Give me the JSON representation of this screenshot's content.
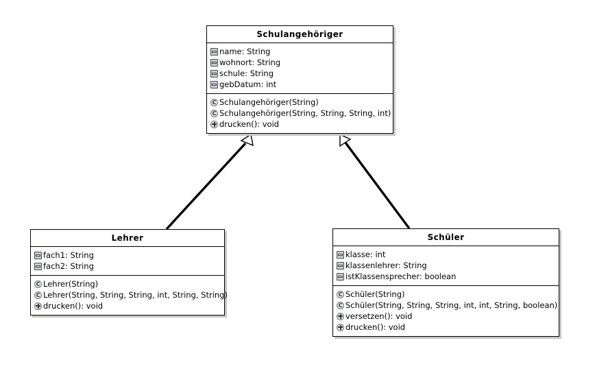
{
  "diagram": {
    "type": "uml-class-diagram",
    "title": "Schulangehoeriger class hierarchy",
    "background_color": "#ffffff",
    "line_color": "#000000",
    "shadow_color": "#c6c6c6"
  },
  "classes": [
    {
      "id": "schulangehoeriger",
      "name": "Schulangehöriger",
      "attributes": [
        {
          "icon": "private-field-icon",
          "label": "name: String"
        },
        {
          "icon": "private-field-icon",
          "label": "wohnort: String"
        },
        {
          "icon": "private-field-icon",
          "label": "schule: String"
        },
        {
          "icon": "private-field-icon",
          "label": "gebDatum: int"
        }
      ],
      "operations": [
        {
          "icon": "constructor-icon",
          "label": "Schulangehöriger(String)"
        },
        {
          "icon": "constructor-icon",
          "label": "Schulangehöriger(String, String, String, int)"
        },
        {
          "icon": "public-method-icon",
          "label": "drucken(): void"
        }
      ]
    },
    {
      "id": "lehrer",
      "name": "Lehrer",
      "attributes": [
        {
          "icon": "private-field-icon",
          "label": "fach1: String"
        },
        {
          "icon": "private-field-icon",
          "label": "fach2: String"
        }
      ],
      "operations": [
        {
          "icon": "constructor-icon",
          "label": "Lehrer(String)"
        },
        {
          "icon": "constructor-icon",
          "label": "Lehrer(String, String, String, int, String, String)"
        },
        {
          "icon": "public-method-icon",
          "label": "drucken(): void"
        }
      ]
    },
    {
      "id": "schueler",
      "name": "Schüler",
      "attributes": [
        {
          "icon": "private-field-icon",
          "label": "klasse: int"
        },
        {
          "icon": "private-field-icon",
          "label": "klassenlehrer: String"
        },
        {
          "icon": "private-field-icon",
          "label": "istKlassensprecher: boolean"
        }
      ],
      "operations": [
        {
          "icon": "constructor-icon",
          "label": "Schüler(String)"
        },
        {
          "icon": "constructor-icon",
          "label": "Schüler(String, String, String, int, int, String, boolean)"
        },
        {
          "icon": "public-method-icon",
          "label": "versetzen(): void"
        },
        {
          "icon": "public-method-icon",
          "label": "drucken(): void"
        }
      ]
    }
  ],
  "relationships": [
    {
      "id": "lehrer-extends",
      "kind": "generalization",
      "from": "lehrer",
      "to": "schulangehoeriger"
    },
    {
      "id": "schueler-extends",
      "kind": "generalization",
      "from": "schueler",
      "to": "schulangehoeriger"
    }
  ]
}
